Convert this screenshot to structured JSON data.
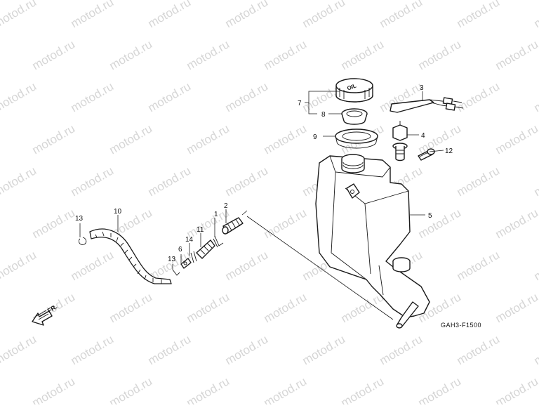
{
  "watermark": "motod.ru",
  "drawing_ref": "GAH3-F1500",
  "direction_label": "FR.",
  "callouts": [
    "1",
    "2",
    "3",
    "4",
    "5",
    "6",
    "7",
    "8",
    "9",
    "10",
    "11",
    "12",
    "13",
    "13",
    "14"
  ],
  "colors": {
    "line": "#1a1a1a",
    "watermark": "#d6d6d6",
    "background": "#ffffff"
  }
}
